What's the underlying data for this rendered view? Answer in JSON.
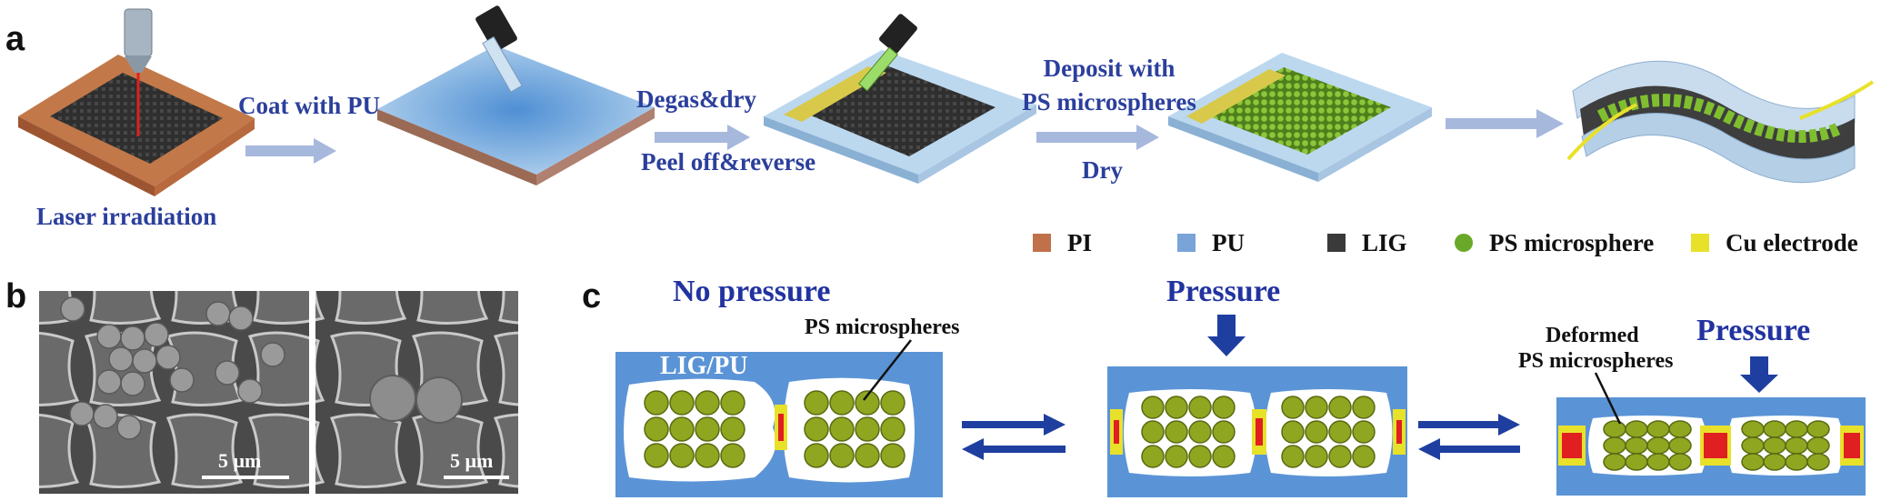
{
  "panel_a": {
    "letter": "a",
    "step1": "Laser irradiation",
    "step2": "Coat with PU",
    "step3_top": "Degas&dry",
    "step3_bottom": "Peel off&reverse",
    "step4_top_line1": "Deposit with",
    "step4_top_line2": "PS microspheres",
    "step4_bottom": "Dry",
    "legend": [
      {
        "label": "PI",
        "color": "#c0714a"
      },
      {
        "label": "PU",
        "color": "#7aa3d8"
      },
      {
        "label": "LIG",
        "color": "#3a3a3a"
      },
      {
        "label": "PS microsphere",
        "color": "#6aa82a"
      },
      {
        "label": "Cu electrode",
        "color": "#e8e12a"
      }
    ]
  },
  "panel_b": {
    "letter": "b",
    "scale_left": "5 μm",
    "scale_right": "5 μm"
  },
  "panel_c": {
    "letter": "c",
    "state1_title": "No pressure",
    "state1_label_material": "LIG/PU",
    "state1_label_spheres": "PS microspheres",
    "state2_title": "Pressure",
    "state3_title": "Pressure",
    "state3_label_line1": "Deformed",
    "state3_label_line2": "PS microspheres"
  },
  "colors": {
    "label_blue": "#2b3f9c",
    "arrow_blue": "#1f3fa0",
    "pu_blue": "#5b94d6",
    "sphere_green": "#8fa620"
  }
}
